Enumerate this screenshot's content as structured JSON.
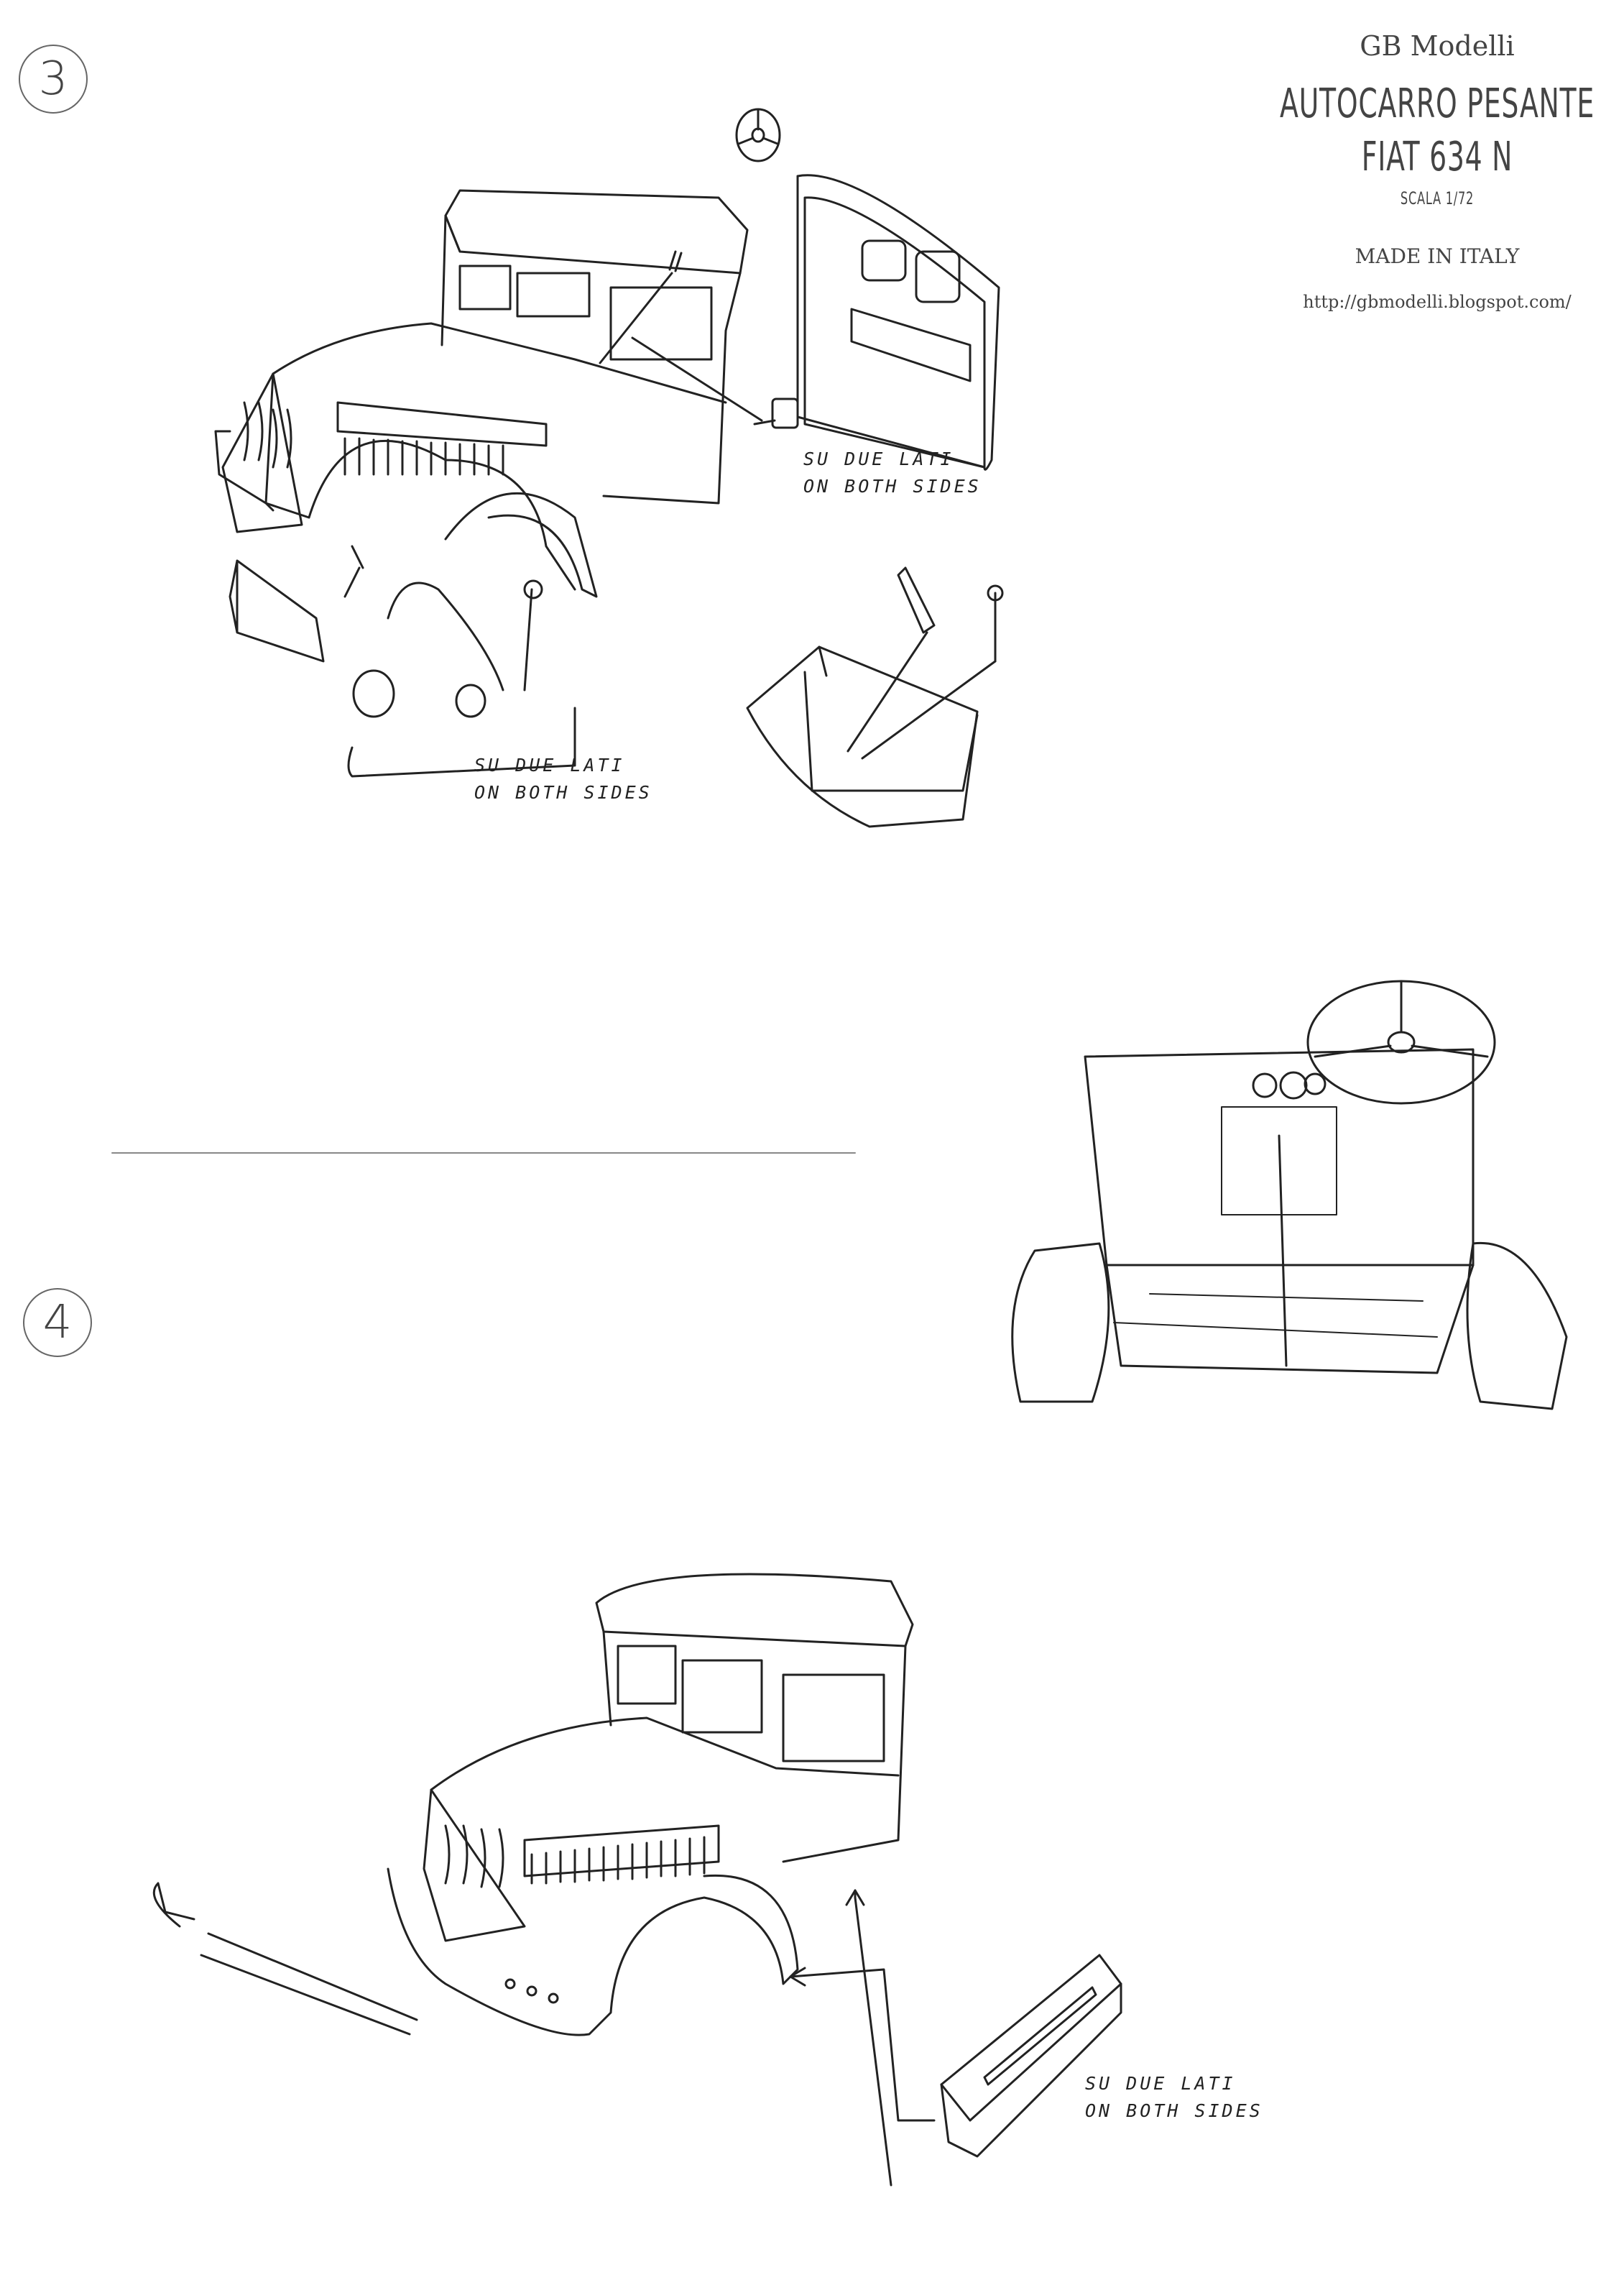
{
  "header": {
    "brand": "GB Modelli",
    "title_line1": "AUTOCARRO PESANTE",
    "title_line2": "FIAT 634 N",
    "scale": "SCALA 1/72",
    "origin": "MADE IN ITALY",
    "url": "http://gbmodelli.blogspot.com/"
  },
  "steps": [
    {
      "number": "3"
    },
    {
      "number": "4"
    }
  ],
  "annotations": {
    "step3_door": {
      "line1": "SU DUE LATI",
      "line2": "ON BOTH SIDES"
    },
    "step3_lights": {
      "line1": "SU DUE LATI",
      "line2": "ON BOTH SIDES"
    },
    "step4_step": {
      "line1": "SU DUE LATI",
      "line2": "ON BOTH SIDES"
    }
  }
}
